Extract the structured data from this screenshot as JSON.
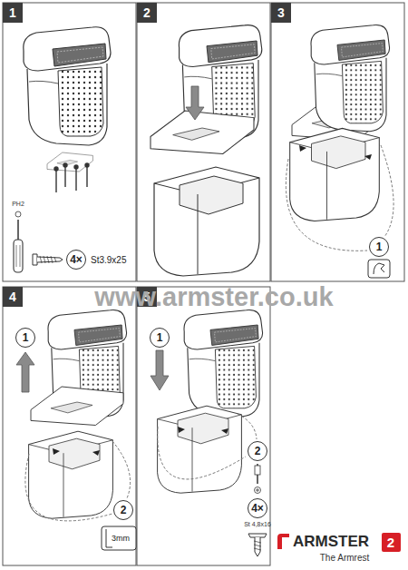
{
  "diagram": {
    "nodes": [
      {
        "text": [
          "1"
        ]
      },
      {
        "text": [
          "4×"
        ]
      },
      {
        "text": [
          "2"
        ]
      },
      {
        "text": [
          "3"
        ]
      },
      {
        "text": [
          "1"
        ]
      },
      {
        "text": [
          "4"
        ]
      },
      {
        "text": [
          "1"
        ]
      },
      {
        "text": [
          "2"
        ]
      },
      {
        "text": [
          "5"
        ]
      },
      {
        "text": [
          "1"
        ]
      },
      {
        "text": [
          "2"
        ]
      },
      {
        "text": [
          "4×"
        ]
      },
      {
        "text": [
          "2"
        ]
      }
    ],
    "labels": [
      "PH2",
      "St3.9x25",
      "www.armster.co.uk",
      "3mm",
      "St 4,8x16",
      "ARMSTER",
      "The Armrest"
    ]
  }
}
